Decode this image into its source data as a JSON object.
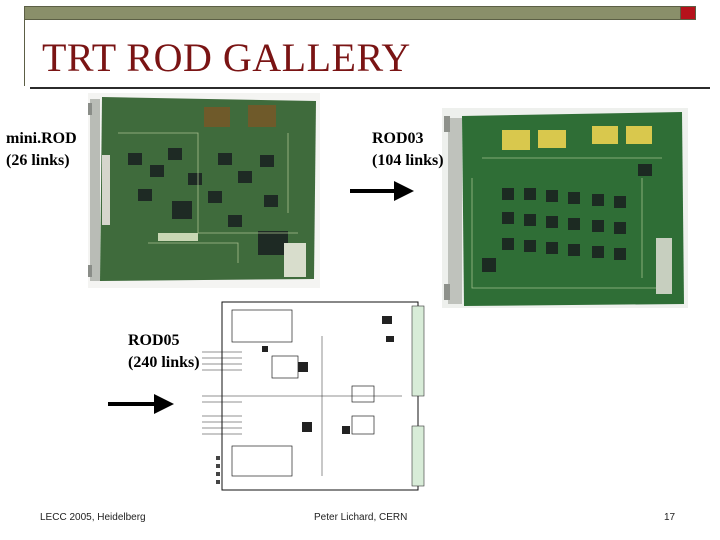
{
  "slide": {
    "title": "TRT ROD GALLERY",
    "accent_color": "#7a1414",
    "bar_color": "#8a8f6a",
    "marker_color": "#b5121b"
  },
  "labels": {
    "minirod": "mini.ROD",
    "minirod_links": "(26 links)",
    "rod03": "ROD03",
    "rod03_links": "(104 links)",
    "rod05": "ROD05",
    "rod05_links": "(240 links)"
  },
  "images": [
    {
      "name": "mini-rod-board-photo",
      "board_color": "#3f6b3c",
      "kind": "photo"
    },
    {
      "name": "rod03-board-photo",
      "board_color": "#2f6e36",
      "kind": "photo"
    },
    {
      "name": "rod05-board-drawing",
      "board_color": "#ffffff",
      "kind": "line-drawing"
    }
  ],
  "footer": {
    "left": "LECC 2005, Heidelberg",
    "center": "Peter Lichard, CERN",
    "page_number": "17"
  }
}
